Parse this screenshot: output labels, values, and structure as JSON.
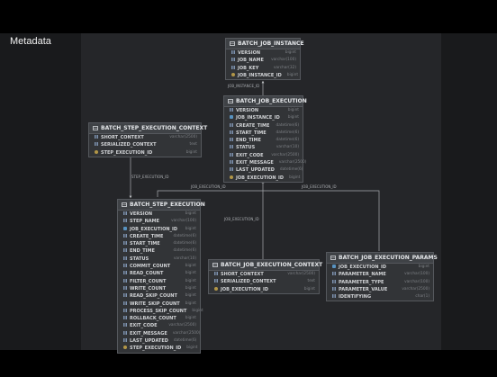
{
  "slide": {
    "title": "Metadata"
  },
  "tables": {
    "job_instance": {
      "name": "BATCH_JOB_INSTANCE",
      "columns": [
        {
          "name": "VERSION",
          "type": "bigint"
        },
        {
          "name": "JOB_NAME",
          "type": "varchar(100)"
        },
        {
          "name": "JOB_KEY",
          "type": "varchar(32)"
        },
        {
          "name": "JOB_INSTANCE_ID",
          "type": "bigint"
        }
      ]
    },
    "job_execution": {
      "name": "BATCH_JOB_EXECUTION",
      "columns": [
        {
          "name": "VERSION",
          "type": "bigint"
        },
        {
          "name": "JOB_INSTANCE_ID",
          "type": "bigint"
        },
        {
          "name": "CREATE_TIME",
          "type": "datetime(6)"
        },
        {
          "name": "START_TIME",
          "type": "datetime(6)"
        },
        {
          "name": "END_TIME",
          "type": "datetime(6)"
        },
        {
          "name": "STATUS",
          "type": "varchar(10)"
        },
        {
          "name": "EXIT_CODE",
          "type": "varchar(2500)"
        },
        {
          "name": "EXIT_MESSAGE",
          "type": "varchar(2500)"
        },
        {
          "name": "LAST_UPDATED",
          "type": "datetime(6)"
        },
        {
          "name": "JOB_EXECUTION_ID",
          "type": "bigint"
        }
      ]
    },
    "step_execution_context": {
      "name": "BATCH_STEP_EXECUTION_CONTEXT",
      "columns": [
        {
          "name": "SHORT_CONTEXT",
          "type": "varchar(2500)"
        },
        {
          "name": "SERIALIZED_CONTEXT",
          "type": "text"
        },
        {
          "name": "STEP_EXECUTION_ID",
          "type": "bigint"
        }
      ]
    },
    "step_execution": {
      "name": "BATCH_STEP_EXECUTION",
      "columns": [
        {
          "name": "VERSION",
          "type": "bigint"
        },
        {
          "name": "STEP_NAME",
          "type": "varchar(100)"
        },
        {
          "name": "JOB_EXECUTION_ID",
          "type": "bigint"
        },
        {
          "name": "CREATE_TIME",
          "type": "datetime(6)"
        },
        {
          "name": "START_TIME",
          "type": "datetime(6)"
        },
        {
          "name": "END_TIME",
          "type": "datetime(6)"
        },
        {
          "name": "STATUS",
          "type": "varchar(10)"
        },
        {
          "name": "COMMIT_COUNT",
          "type": "bigint"
        },
        {
          "name": "READ_COUNT",
          "type": "bigint"
        },
        {
          "name": "FILTER_COUNT",
          "type": "bigint"
        },
        {
          "name": "WRITE_COUNT",
          "type": "bigint"
        },
        {
          "name": "READ_SKIP_COUNT",
          "type": "bigint"
        },
        {
          "name": "WRITE_SKIP_COUNT",
          "type": "bigint"
        },
        {
          "name": "PROCESS_SKIP_COUNT",
          "type": "bigint"
        },
        {
          "name": "ROLLBACK_COUNT",
          "type": "bigint"
        },
        {
          "name": "EXIT_CODE",
          "type": "varchar(2500)"
        },
        {
          "name": "EXIT_MESSAGE",
          "type": "varchar(2500)"
        },
        {
          "name": "LAST_UPDATED",
          "type": "datetime(6)"
        },
        {
          "name": "STEP_EXECUTION_ID",
          "type": "bigint"
        }
      ]
    },
    "job_execution_context": {
      "name": "BATCH_JOB_EXECUTION_CONTEXT",
      "columns": [
        {
          "name": "SHORT_CONTEXT",
          "type": "varchar(2500)"
        },
        {
          "name": "SERIALIZED_CONTEXT",
          "type": "text"
        },
        {
          "name": "JOB_EXECUTION_ID",
          "type": "bigint"
        }
      ]
    },
    "job_execution_params": {
      "name": "BATCH_JOB_EXECUTION_PARAMS",
      "columns": [
        {
          "name": "JOB_EXECUTION_ID",
          "type": "bigint"
        },
        {
          "name": "PARAMETER_NAME",
          "type": "varchar(100)"
        },
        {
          "name": "PARAMETER_TYPE",
          "type": "varchar(100)"
        },
        {
          "name": "PARAMETER_VALUE",
          "type": "varchar(2500)"
        },
        {
          "name": "IDENTIFYING",
          "type": "char(1)"
        }
      ]
    }
  },
  "edges": {
    "job_instance_id": "JOB_INSTANCE_ID",
    "step_execution_id": "STEP_EXECUTION_ID",
    "job_execution_id_step": "JOB_EXECUTION_ID",
    "job_execution_id_context": "JOB_EXECUTION_ID",
    "job_execution_id_params": "JOB_EXECUTION_ID"
  },
  "colors": {
    "canvas": "#252629",
    "table_body": "#323437",
    "table_header": "#3f4246",
    "connector": "#a9acb0"
  }
}
